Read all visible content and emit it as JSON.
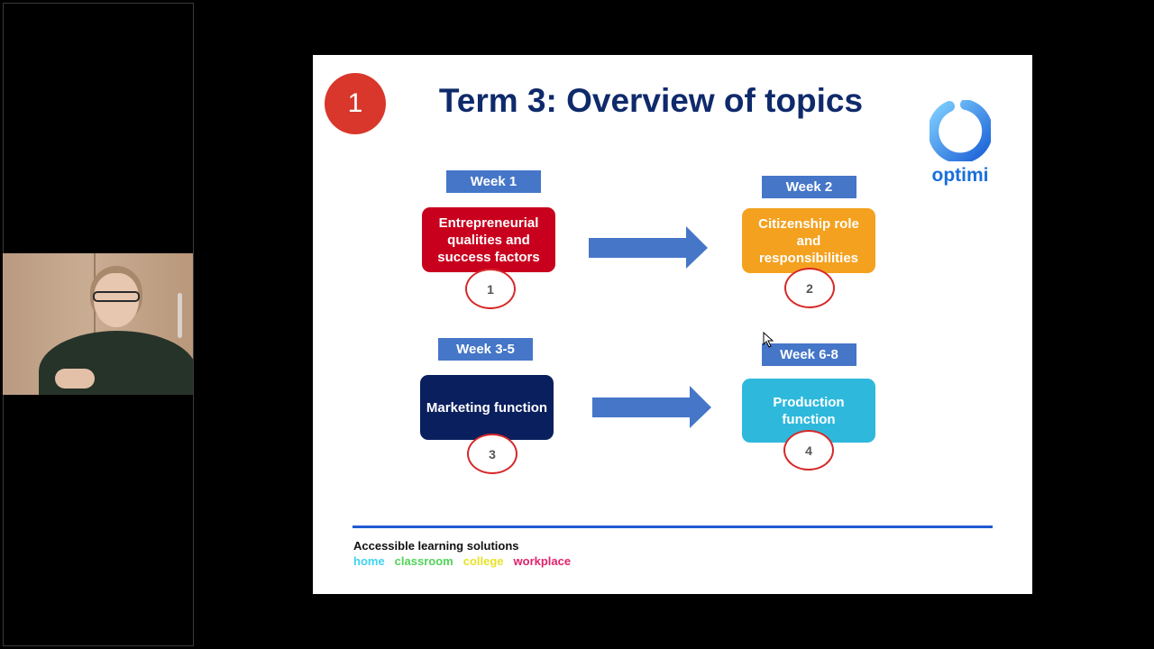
{
  "slide": {
    "number_badge": "1",
    "title": "Term 3: Overview of topics",
    "logo_text": "optimi"
  },
  "topics": [
    {
      "week": "Week 1",
      "label": "Entrepreneurial qualities and success factors",
      "step": "1",
      "color": "#c8001e"
    },
    {
      "week": "Week 2",
      "label": "Citizenship role and responsibilities",
      "step": "2",
      "color": "#f4a11f"
    },
    {
      "week": "Week 3-5",
      "label": "Marketing function",
      "step": "3",
      "color": "#0a1f5e"
    },
    {
      "week": "Week 6-8",
      "label": "Production function",
      "step": "4",
      "color": "#2eb9dc"
    }
  ],
  "footer": {
    "tagline": "Accessible learning solutions",
    "tags": [
      {
        "text": "home",
        "color": "#3fd3f0"
      },
      {
        "text": "classroom",
        "color": "#52d35a"
      },
      {
        "text": "college",
        "color": "#e8e22a"
      },
      {
        "text": "workplace",
        "color": "#e0236c"
      }
    ]
  },
  "colors": {
    "week_tab": "#4576c8",
    "arrow": "#4576c8",
    "step_ring": "#d62828",
    "title": "#0f2a6b",
    "badge": "#d9372b"
  }
}
